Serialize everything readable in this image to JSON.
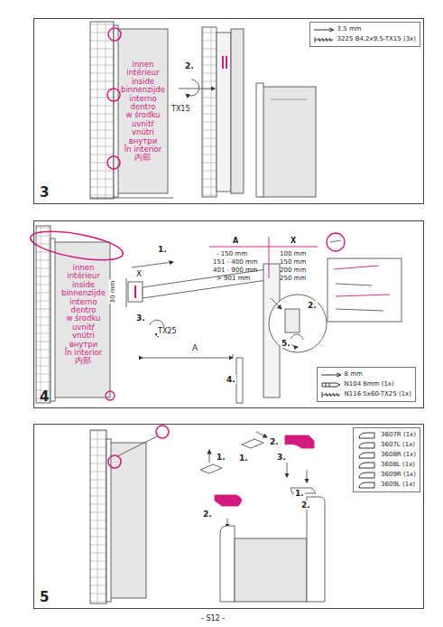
{
  "diagram": {
    "nodes": [
      {
        "text": [
          "3"
        ]
      },
      {
        "text": [
          "innen",
          "intérieur",
          "inside",
          "binnenzijde",
          "interno",
          "dentro",
          "w środku",
          "uvnitř",
          "vnútri",
          "внутри",
          "În interior",
          "内部"
        ],
        "in": 0
      },
      {
        "text": [
          "3,5 mm",
          "3225 B4,2x9,5-TX15 (3x)"
        ],
        "in": 0
      },
      {
        "text": [
          "4"
        ]
      },
      {
        "text": [
          "innen",
          "intérieur",
          "inside",
          "binnenzijde",
          "interno",
          "dentro",
          "w środku",
          "uvnitř",
          "vnútri",
          "внутри",
          "În interior",
          "内部"
        ],
        "in": 3
      },
      {
        "text": [
          "8 mm",
          "N104 8mm (1x)",
          "N116 5x60-TX25 (1x)"
        ],
        "in": 3
      },
      {
        "text": [
          "5"
        ]
      },
      {
        "text": [
          "3607R (1x)",
          "3607L (1x)",
          "3608R (1x)",
          "3608L (1x)",
          "3609R (1x)",
          "3609L (1x)"
        ],
        "in": 6
      }
    ],
    "edges": [],
    "labels": [
      "2.",
      "TX15",
      "1.",
      "X",
      "30 mm",
      "3.",
      "TX25",
      "A",
      "4.",
      "2.",
      "5.",
      "A",
      "X",
      "- 150 mm",
      "100 mm",
      "151 - 400 mm",
      "150 mm",
      "401 - 900 mm",
      "200 mm",
      "> 901 mm",
      "250 mm",
      "1.",
      "2.",
      "2.",
      "1.",
      "3.",
      "1.",
      "2.",
      "- S12 -"
    ]
  }
}
